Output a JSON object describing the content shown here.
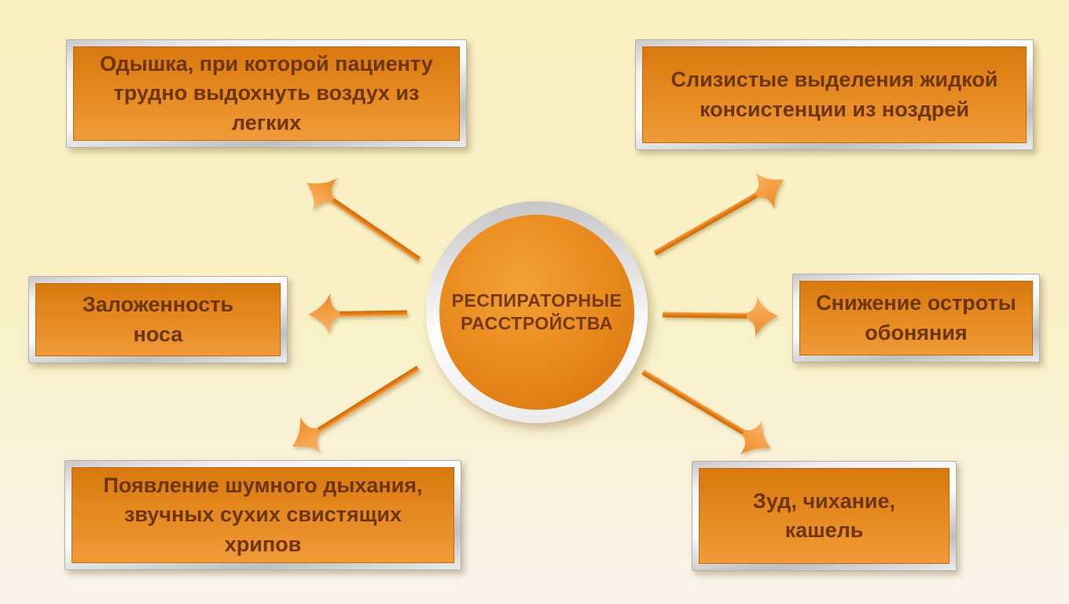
{
  "diagram": {
    "center": {
      "label": "РЕСПИРАТОРНЫЕ\nРАССТРОЙСТВА"
    },
    "nodes": [
      {
        "id": "top-left",
        "label": "Одышка, при которой пациенту\nтрудно выдохнуть воздух из\nлегких"
      },
      {
        "id": "top-right",
        "label": "Слизистые выделения жидкой\nконсистенции из ноздрей"
      },
      {
        "id": "mid-left",
        "label": "Заложенность\nноса"
      },
      {
        "id": "mid-right",
        "label": "Снижение остроты\nобоняния"
      },
      {
        "id": "bottom-left",
        "label": "Появление шумного дыхания,\nзвучных сухих свистящих\nхрипов"
      },
      {
        "id": "bottom-right",
        "label": "Зуд, чихание,\nкашель"
      }
    ],
    "arrows": [
      "arrow-to-top-left",
      "arrow-to-top-right",
      "arrow-to-mid-left",
      "arrow-to-mid-right",
      "arrow-to-bottom-left",
      "arrow-to-bottom-right"
    ],
    "colors": {
      "background_top": "#FAF0C2",
      "background_bottom": "#FBF2EC",
      "box_orange_top": "#D8780E",
      "box_orange_bottom": "#F09A39",
      "frame_silver": "#E8E8E8",
      "circle_orange": "#E98A1E",
      "arrow_orange": "#E67E12",
      "text_brown": "#6E350C"
    }
  }
}
